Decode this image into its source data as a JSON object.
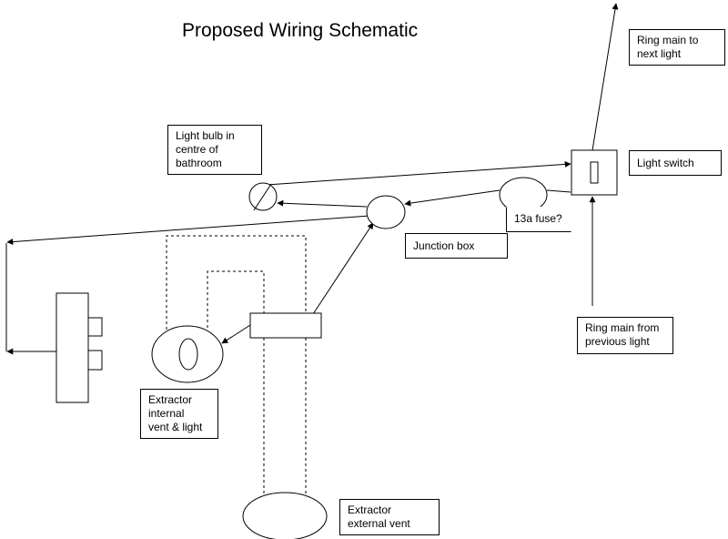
{
  "title": "Proposed Wiring Schematic",
  "labels": {
    "ring_main_next": [
      "Ring main to",
      "next light"
    ],
    "light_bulb": [
      "Light bulb in",
      "centre of",
      "bathroom"
    ],
    "light_switch": "Light switch",
    "fuse": "13a fuse?",
    "junction_box": "Junction box",
    "ring_main_prev": [
      "Ring main from",
      "previous light"
    ],
    "extractor_internal": [
      "Extractor",
      "internal",
      "vent & light"
    ],
    "extractor_external": [
      "Extractor",
      "external vent"
    ]
  }
}
